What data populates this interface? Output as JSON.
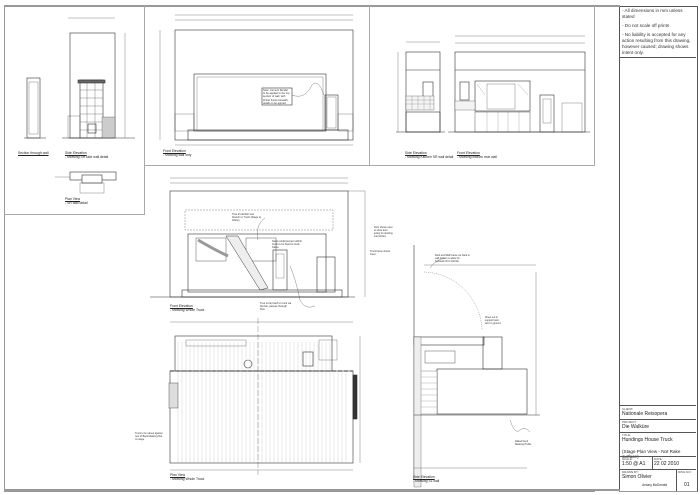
{
  "sheet": {
    "notes": [
      "- All dimensions in mm unless stated",
      "- Do not scale off prints",
      "- No liability is accepted for any action resulting from this drawing, however caused; drawing shows intent only."
    ]
  },
  "title_block": {
    "client_caption": "CLIENT:",
    "client": "Nationale Reisopera",
    "project_caption": "PROJECT:",
    "project": "Die Walküre",
    "title_caption": "TITLE:",
    "title": "Hundings House Truck",
    "subtitle": "(Stage Plan View - Not Rake surface)",
    "scale_caption": "SCALE:",
    "scale": "1:50 @ A1",
    "date_caption": "DATE:",
    "date": "22 02 2010",
    "drawn_by_caption": "DRAWN BY:",
    "drawn_by": "Simon Olivier",
    "checked_by": "Antony McDonald",
    "dwg_no_caption": "DWG NO:",
    "dwg_no": "01"
  },
  "views": [
    {
      "id": "section-through-wall",
      "title": "Section through wall",
      "subtitle": ""
    },
    {
      "id": "side-elevation-left",
      "title": "Side Elevation",
      "subtitle": "- showing SR side wall detail"
    },
    {
      "id": "plan-view-small",
      "title": "Plan View",
      "subtitle": "- SR wall detail"
    },
    {
      "id": "front-elevation-wall",
      "title": "Front Elevation",
      "subtitle": "- showing wall only"
    },
    {
      "id": "side-elevation-kitchen",
      "title": "Side Elevation",
      "subtitle": "- showing Kitchen SR wall detail"
    },
    {
      "id": "front-elevation-kitchen",
      "title": "Front Elevation",
      "subtitle": "- showing kitchen rear wall"
    },
    {
      "id": "front-elevation-truck",
      "title": "Front Elevation",
      "subtitle": "- showing Whole Truck"
    },
    {
      "id": "plan-view-truck",
      "title": "Plan View",
      "subtitle": "- showing Whole Truck"
    },
    {
      "id": "side-elevation-truck",
      "title": "Side Elevation",
      "subtitle": "- showing SL wall"
    }
  ],
  "annotations": {
    "wall_note": "Note: Cement Render to be applied to the top section of wall, with timber frame beneath, details to be agreed.",
    "tree_top": "Tree trunk/Ash tree branch to Truck (Stage to follow)",
    "tree_mid": "Steel reinforcement within trunk to be fixed to truck frame",
    "tree_base": "Tree trunk fixed to truck via flat bar, passes through floor",
    "right_door": "Door shown open to show door swing for shutting into kitchen",
    "rear_frame": "Truck frame shown lower",
    "plan_note": "Truck to be raised against rear of Back Masking Flat on stage",
    "side_top": "Roof and Wall Frame cut back to wall timbers to allow for hydraulic lift to fold flat",
    "side_door": "Sheet cut to support back door to ground",
    "side_bottom": "Raked Deck Masking Profile"
  }
}
